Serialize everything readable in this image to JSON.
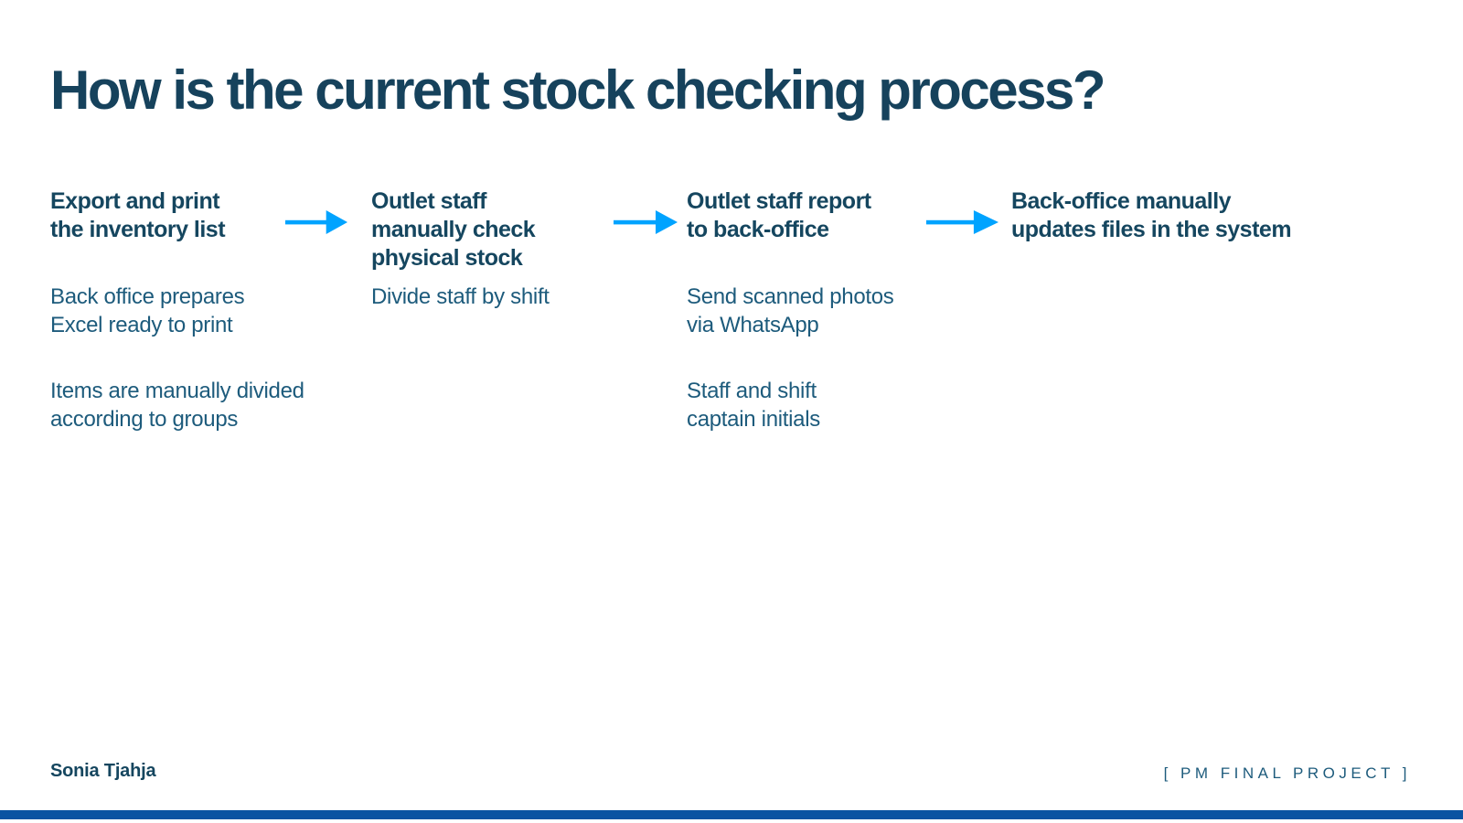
{
  "slide": {
    "title": "How is the current stock checking process?",
    "steps": [
      {
        "heading": "Export and print\nthe inventory list",
        "notes": [
          "Back office prepares\nExcel ready to print",
          "Items are manually divided\naccording to groups"
        ]
      },
      {
        "heading": "Outlet staff\nmanually check\nphysical stock",
        "notes": [
          "Divide staff by shift"
        ]
      },
      {
        "heading": "Outlet staff report\nto back-office",
        "notes": [
          "Send scanned photos\nvia WhatsApp",
          "Staff and shift\ncaptain initials"
        ]
      },
      {
        "heading": "Back-office manually\nupdates files in the system",
        "notes": []
      }
    ],
    "footer": {
      "author": "Sonia Tjahja",
      "project_tag": "[ PM FINAL PROJECT ]"
    },
    "colors": {
      "title": "#16425c",
      "heading": "#15465f",
      "body": "#1d5b7c",
      "arrow": "#00a3ff",
      "bottom_bar": "#0a53a2"
    }
  }
}
